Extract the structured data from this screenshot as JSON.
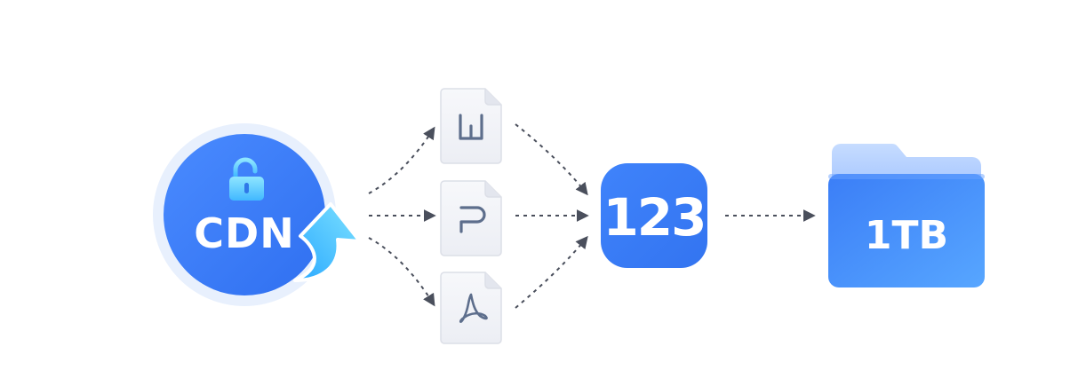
{
  "cdn": {
    "label": "CDN",
    "icon": "unlocked-padlock-icon",
    "color": "#3d7ef7"
  },
  "files": [
    {
      "type": "word",
      "icon": "word-file-icon"
    },
    {
      "type": "powerpoint",
      "icon": "powerpoint-file-icon"
    },
    {
      "type": "pdf",
      "icon": "pdf-file-icon"
    }
  ],
  "app": {
    "label": "123",
    "icon": "app-123-icon",
    "color": "#3a7cf6"
  },
  "storage": {
    "label": "1TB",
    "icon": "folder-icon",
    "color": "#3f86f8"
  },
  "colors": {
    "arrow": "#4a4f5c",
    "file_bg": "#f3f4f8",
    "file_glyph": "#5d6e8c",
    "accent": "#3d7ef7",
    "upload_arrow": "#52c6ff"
  }
}
